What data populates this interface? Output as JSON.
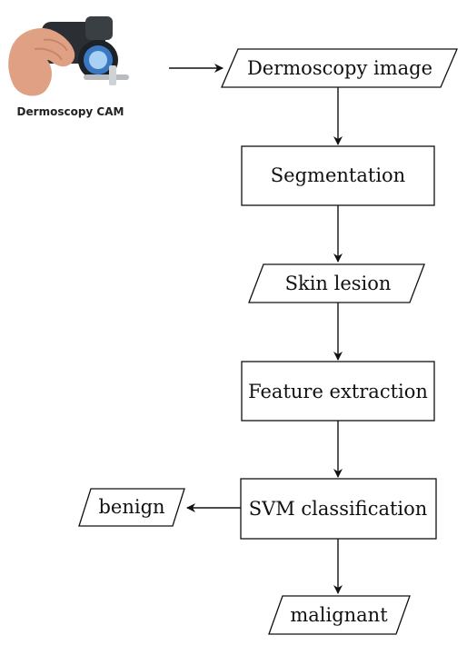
{
  "camera": {
    "label": "Dermoscopy CAM",
    "icon": "dermoscopy-camera-icon"
  },
  "nodes": {
    "input": {
      "label": "Dermoscopy image",
      "shape": "parallelogram"
    },
    "segmentation": {
      "label": "Segmentation",
      "shape": "rectangle"
    },
    "lesion": {
      "label": "Skin lesion",
      "shape": "parallelogram"
    },
    "features": {
      "label": "Feature extraction",
      "shape": "rectangle"
    },
    "classifier": {
      "label": "SVM classification",
      "shape": "rectangle"
    },
    "benign": {
      "label": "benign",
      "shape": "parallelogram"
    },
    "malignant": {
      "label": "malignant",
      "shape": "parallelogram"
    }
  },
  "edges": [
    {
      "from": "camera",
      "to": "input"
    },
    {
      "from": "input",
      "to": "segmentation"
    },
    {
      "from": "segmentation",
      "to": "lesion"
    },
    {
      "from": "lesion",
      "to": "features"
    },
    {
      "from": "features",
      "to": "classifier"
    },
    {
      "from": "classifier",
      "to": "benign"
    },
    {
      "from": "classifier",
      "to": "malignant"
    }
  ]
}
